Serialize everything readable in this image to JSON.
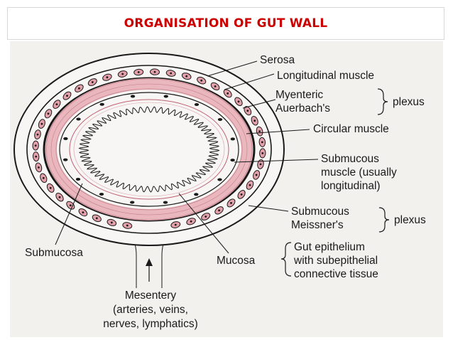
{
  "title": "ORGANISATION OF GUT WALL",
  "labels": {
    "serosa": "Serosa",
    "longitudinal_muscle": "Longitudinal muscle",
    "myenteric": "Myenteric",
    "auerbachs": "Auerbach's",
    "plexus_upper": "plexus",
    "circular_muscle": "Circular muscle",
    "submucous_muscle_1": "Submucous",
    "submucous_muscle_2": "muscle (usually",
    "submucous_muscle_3": "longitudinal)",
    "submucous": "Submucous",
    "meissners": "Meissner's",
    "plexus_lower": "plexus",
    "submucosa": "Submucosa",
    "mucosa": "Mucosa",
    "gut_epithelium_1": "Gut epithelium",
    "gut_epithelium_2": "with subepithelial",
    "gut_epithelium_3": "connective tissue",
    "mesentery_1": "Mesentery",
    "mesentery_2": "(arteries, veins,",
    "mesentery_3": "nerves, lymphatics)"
  },
  "colors": {
    "title": "#cc0000",
    "outline": "#1a1a1a",
    "muscle_band": "#e9b7bd",
    "muscle_lines": "#c47f8a",
    "mucosa_line": "#c06070",
    "ganglion": "#e4a0aa",
    "paper": "#f3f1ee"
  }
}
